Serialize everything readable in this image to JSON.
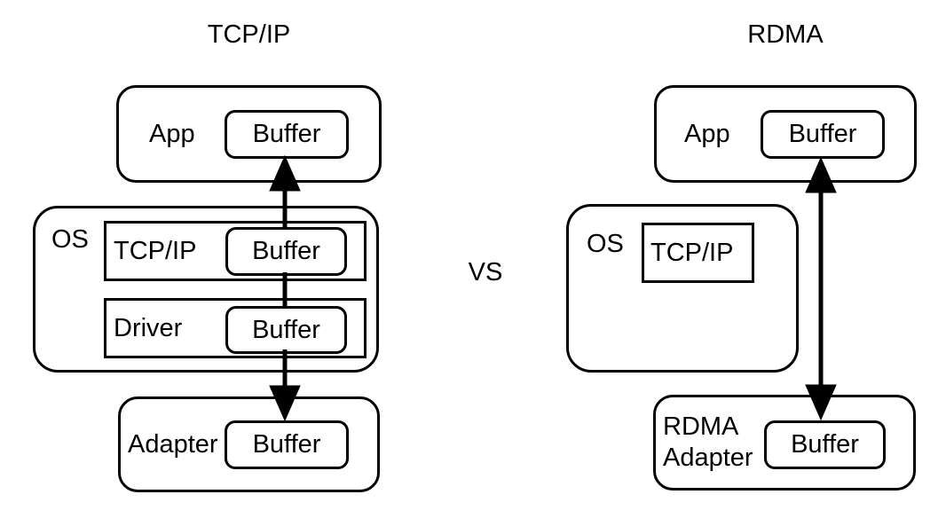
{
  "diagram": {
    "vs_label": "VS",
    "tcpip_stack": {
      "title": "TCP/IP",
      "app_box": {
        "label": "App",
        "buffer": "Buffer"
      },
      "os_box": {
        "label": "OS",
        "tcpip_layer": {
          "label": "TCP/IP",
          "buffer": "Buffer"
        },
        "driver_layer": {
          "label": "Driver",
          "buffer": "Buffer"
        }
      },
      "adapter_box": {
        "label": "Adapter",
        "buffer": "Buffer"
      }
    },
    "rdma_stack": {
      "title": "RDMA",
      "app_box": {
        "label": "App",
        "buffer": "Buffer"
      },
      "os_box": {
        "label": "OS",
        "tcpip_layer": {
          "label": "TCP/IP"
        }
      },
      "adapter_box": {
        "label_line1": "RDMA",
        "label_line2": "Adapter",
        "buffer": "Buffer"
      }
    },
    "colors": {
      "ink": "#000000",
      "background": "#ffffff"
    }
  }
}
